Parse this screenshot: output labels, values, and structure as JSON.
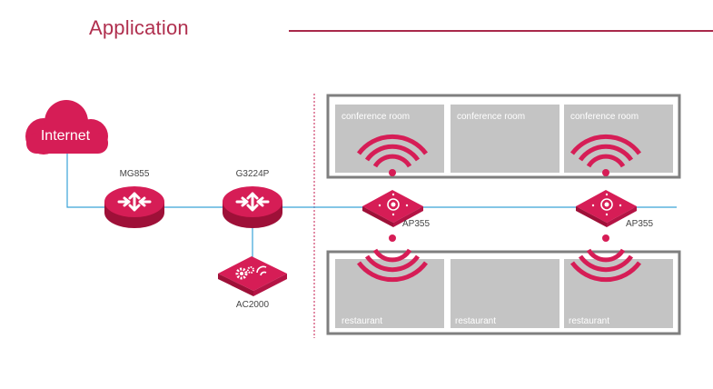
{
  "header": {
    "title": "Application"
  },
  "cloud": {
    "label": "Internet"
  },
  "devices": {
    "gateway": "MG855",
    "switch": "G3224P",
    "controller": "AC2000",
    "ap1": "AP355",
    "ap2": "AP355"
  },
  "rooms": {
    "top": [
      "conference room",
      "conference room",
      "conference room"
    ],
    "bottom": [
      "restaurant",
      "restaurant",
      "restaurant"
    ]
  },
  "colors": {
    "accent": "#c41a4e",
    "device_top": "#d61d56",
    "device_side": "#9e1038",
    "link": "#3aa3d8",
    "room_fill": "#c4c4c4",
    "room_frame": "#7f7f7f"
  }
}
